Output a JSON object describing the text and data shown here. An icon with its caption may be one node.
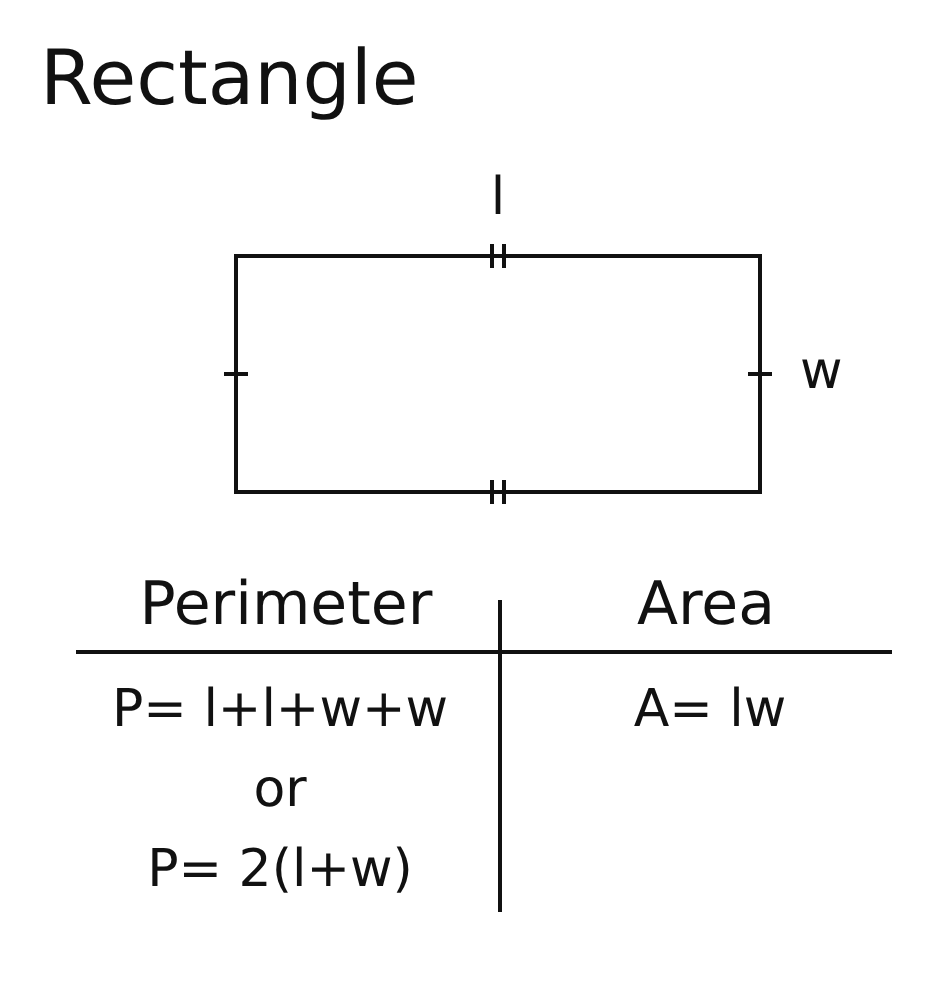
{
  "diagram": {
    "title": "Rectangle",
    "nodes": [
      {
        "text": [],
        "shape": "box",
        "beside": [
          "l",
          "w"
        ]
      }
    ],
    "labels": [
      "Perimeter",
      "Area",
      "P= l+l+w+w",
      "or",
      "P= 2(l+w)",
      "A= lw"
    ]
  }
}
